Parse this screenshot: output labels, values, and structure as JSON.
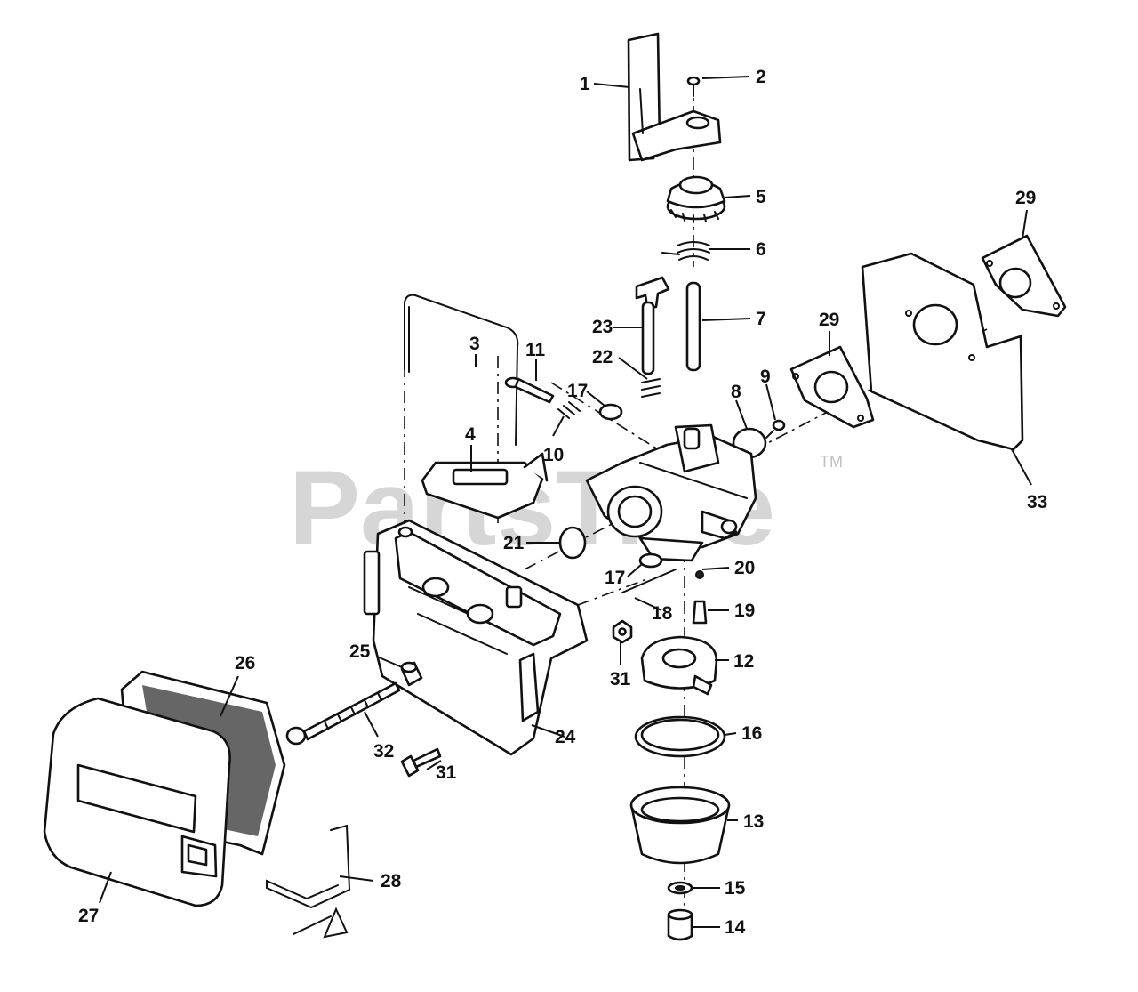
{
  "watermark": {
    "text": "PartsTree",
    "trademark": "TM"
  },
  "callouts": [
    "1",
    "2",
    "3",
    "4",
    "5",
    "6",
    "7",
    "8",
    "9",
    "10",
    "11",
    "12",
    "13",
    "14",
    "15",
    "16",
    "17",
    "17",
    "18",
    "19",
    "20",
    "21",
    "22",
    "23",
    "24",
    "25",
    "26",
    "27",
    "28",
    "29",
    "29",
    "31",
    "31",
    "32",
    "33"
  ]
}
